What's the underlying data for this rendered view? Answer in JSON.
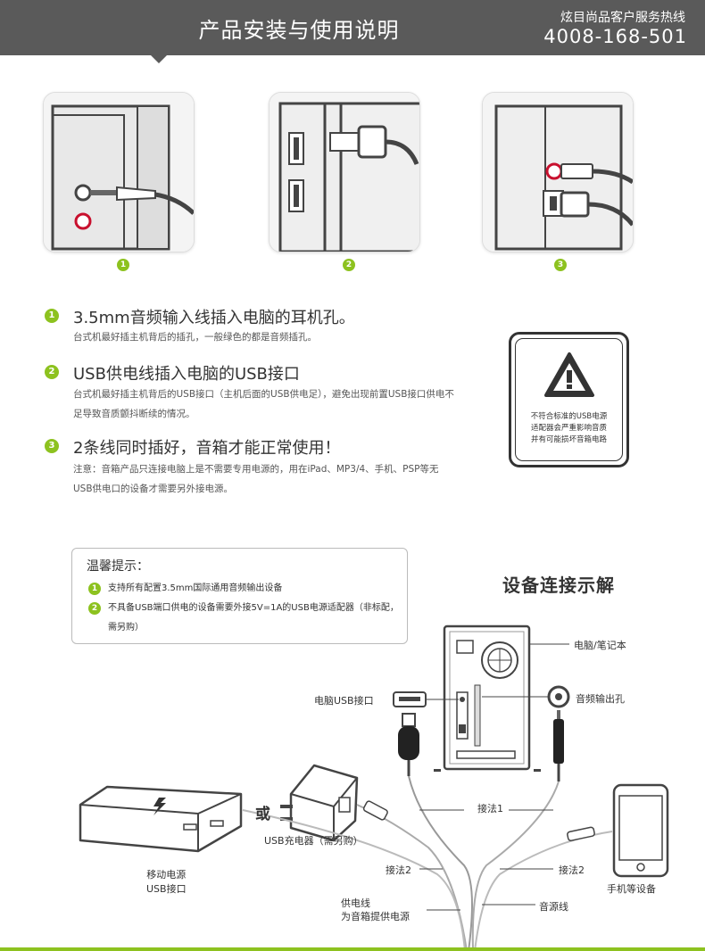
{
  "header": {
    "title": "产品安装与使用说明",
    "hotline_label": "炫目尚品客户服务热线",
    "hotline_number": "4008-168-501"
  },
  "step_photos": [
    {
      "num": "1"
    },
    {
      "num": "2"
    },
    {
      "num": "3"
    }
  ],
  "instructions": [
    {
      "num": "1",
      "title": "3.5mm音频输入线插入电脑的耳机孔。",
      "desc": "台式机最好插主机背后的插孔，一般绿色的都是音频插孔。"
    },
    {
      "num": "2",
      "title": "USB供电线插入电脑的USB接口",
      "desc": "台式机最好插主机背后的USB接口（主机后面的USB供电足），避免出现前置USB接口供电不足导致音质颤抖断续的情况。"
    },
    {
      "num": "3",
      "title": "2条线同时插好，音箱才能正常使用！",
      "desc": "注意：音箱产品只连接电脑上是不需要专用电源的，用在iPad、MP3/4、手机、PSP等无USB供电口的设备才需要另外接电源。"
    }
  ],
  "warning": {
    "line1": "不符合标准的USB电源",
    "line2": "适配器会严重影响音质",
    "line3": "并有可能损坏音箱电路"
  },
  "tips": {
    "title": "温馨提示：",
    "items": [
      {
        "num": "1",
        "text": "支持所有配置3.5mm国际通用音频输出设备"
      },
      {
        "num": "2",
        "text": "不具备USB端口供电的设备需要外接5V=1A的USB电源适配器（非标配，需另购）"
      }
    ]
  },
  "diagram": {
    "title": "设备连接示解",
    "labels": {
      "computer": "电脑/笔记本",
      "usb_port": "电脑USB接口",
      "audio_out": "音频输出孔",
      "or": "或",
      "usb_charger": "USB充电器（需另购）",
      "power_bank_line1": "移动电源",
      "power_bank_line2": "USB接口",
      "method1": "接法1",
      "method2_left": "接法2",
      "method2_right": "接法2",
      "phone": "手机等设备",
      "power_line1": "供电线",
      "power_line2": "为音箱提供电源",
      "audio_line": "音源线"
    }
  },
  "colors": {
    "accent": "#8dc21f",
    "header_bg": "#5a5a5a",
    "port_ring": "#c8102e"
  }
}
